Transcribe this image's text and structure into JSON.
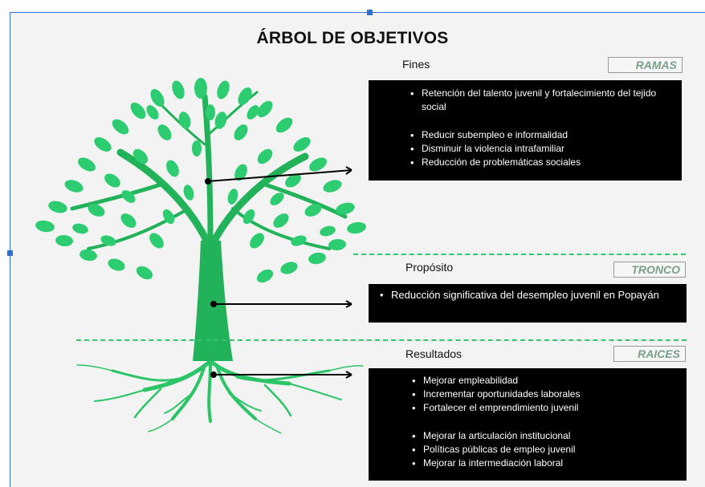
{
  "title": "ÁRBOL DE OBJETIVOS",
  "sections": {
    "fines": {
      "label": "Fines",
      "tag": "RAMAS",
      "items": [
        "Retención del talento juvenil y fortalecimiento del tejido social",
        "Reducir subempleo e informalidad",
        "Disminuir la violencia intrafamiliar",
        "Reducción de problemáticas sociales"
      ]
    },
    "proposito": {
      "label": "Propósito",
      "tag": "TRONCO",
      "items": [
        "Reducción significativa del desempleo juvenil en Popayán"
      ]
    },
    "resultados": {
      "label": "Resultados",
      "tag": "RAICES",
      "items": [
        "Mejorar empleabilidad",
        "Incrementar oportunidades laborales",
        "Fortalecer el emprendimiento juvenil",
        "Mejorar la articulación institucional",
        "Políticas públicas de empleo juvenil",
        "Mejorar la intermediación laboral"
      ]
    }
  },
  "colors": {
    "leaf": "#2ecc71",
    "trunk": "#22b35a",
    "box_bg": "#000000",
    "tag_text": "#7aa08a",
    "selection": "#2f6fd6"
  }
}
